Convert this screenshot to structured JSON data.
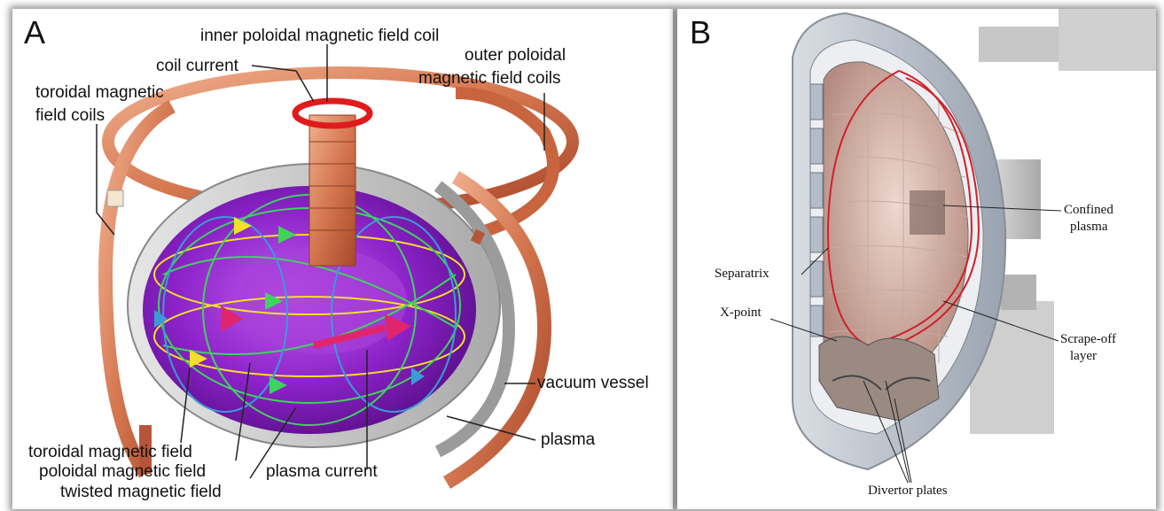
{
  "panel_a": {
    "letter": "A",
    "labels": {
      "inner_coil": "inner poloidal magnetic field coil",
      "coil_current": "coil current",
      "outer_coils_1": "outer poloidal",
      "outer_coils_2": "magnetic field coils",
      "toroidal_coils_1": "toroidal magnetic",
      "toroidal_coils_2": "field coils",
      "vacuum_vessel": "vacuum vessel",
      "plasma": "plasma",
      "toroidal_field": "toroidal magnetic field",
      "poloidal_field": "poloidal magnetic field",
      "twisted_field": "twisted magnetic field",
      "plasma_current": "plasma current"
    }
  },
  "panel_b": {
    "letter": "B",
    "labels": {
      "confined_1": "Confined",
      "confined_2": "plasma",
      "separatrix": "Separatrix",
      "xpoint": "X-point",
      "scrape_1": "Scrape-off",
      "scrape_2": "layer",
      "divertor": "Divertor plates"
    }
  }
}
